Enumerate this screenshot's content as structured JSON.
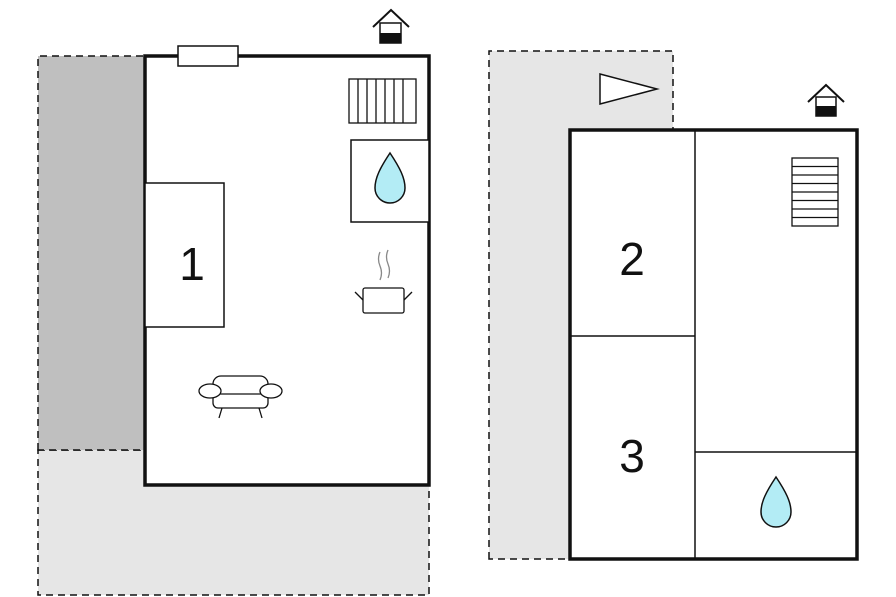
{
  "floor_left": {
    "rooms": [
      {
        "label": "1"
      }
    ],
    "icons": [
      "house-icon",
      "window-icon",
      "radiator-icon",
      "water-drop-icon",
      "cooking-pot-icon",
      "sofa-icon"
    ]
  },
  "floor_right": {
    "rooms": [
      {
        "label": "2"
      },
      {
        "label": "3"
      }
    ],
    "icons": [
      "house-icon",
      "north-arrow-icon",
      "staircase-icon",
      "water-drop-icon"
    ]
  },
  "colors": {
    "wall": "#111111",
    "terrace_light": "#e6e6e6",
    "terrace_dark": "#bfbfbf",
    "water": "#b3ecf5"
  }
}
